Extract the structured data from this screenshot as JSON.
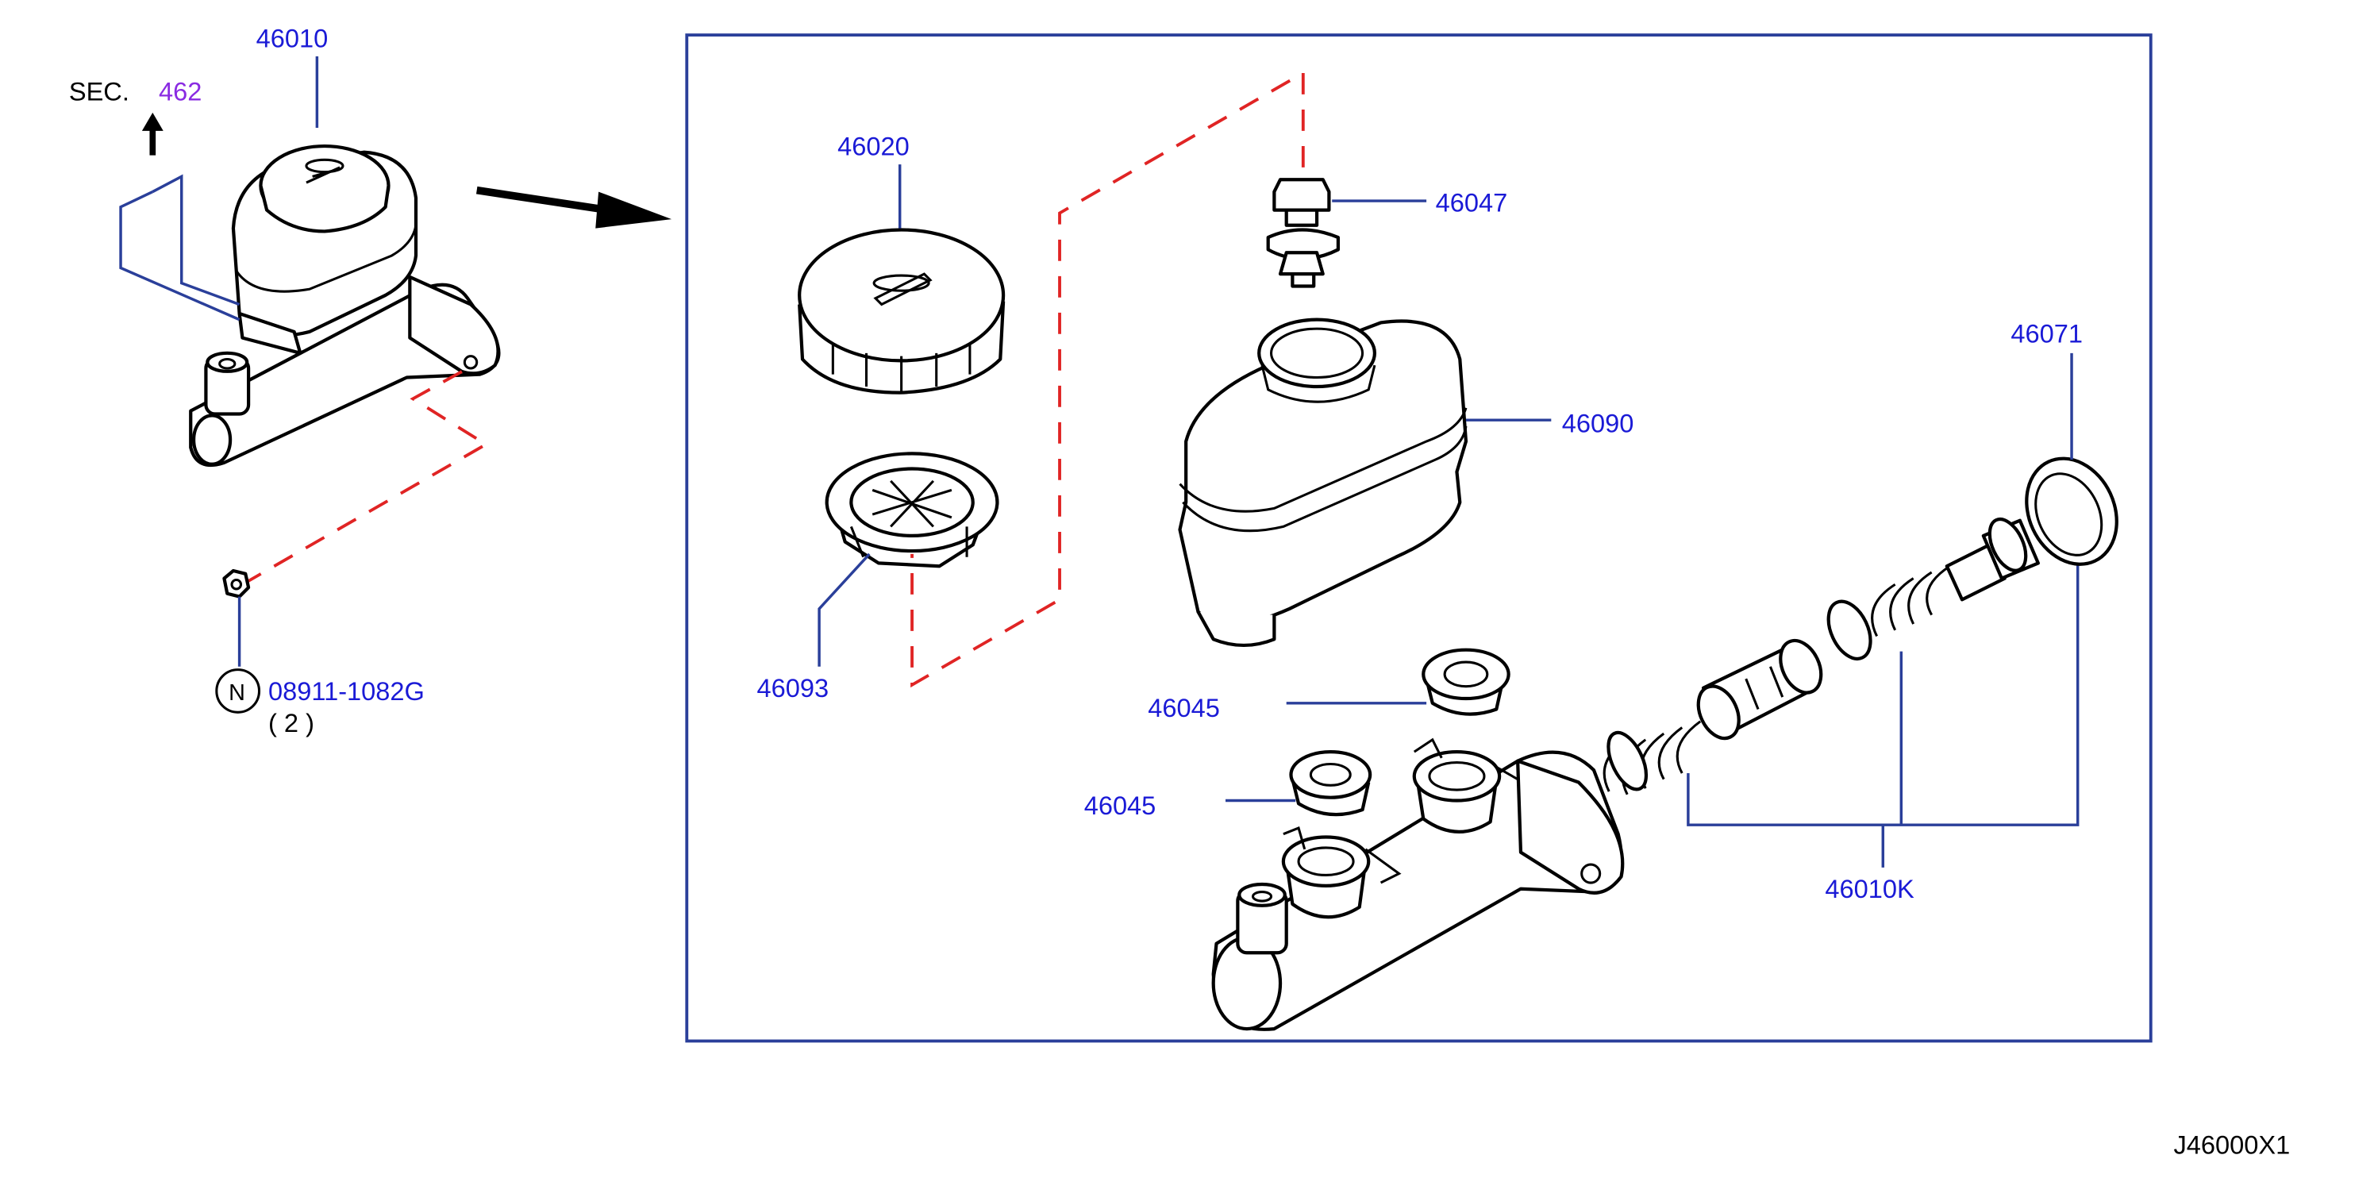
{
  "colors": {
    "label": "#1a1ad6",
    "section_link": "#8a2be2",
    "leader": "#2a3f9a",
    "dashed": "#e02424",
    "outline": "#000000"
  },
  "section": {
    "prefix": "SEC.",
    "number": "462"
  },
  "parts": {
    "master_cylinder_assy": "46010",
    "nut_note": "N",
    "nut_part": "08911-1082G",
    "nut_qty": "( 2 )",
    "cap": "46020",
    "strainer": "46093",
    "connector": "46047",
    "reservoir_tank": "46090",
    "seal_upper": "46045",
    "seal_lower": "46045",
    "boot": "46071",
    "repair_kit": "46010K"
  },
  "diagram_code": "J46000X1"
}
